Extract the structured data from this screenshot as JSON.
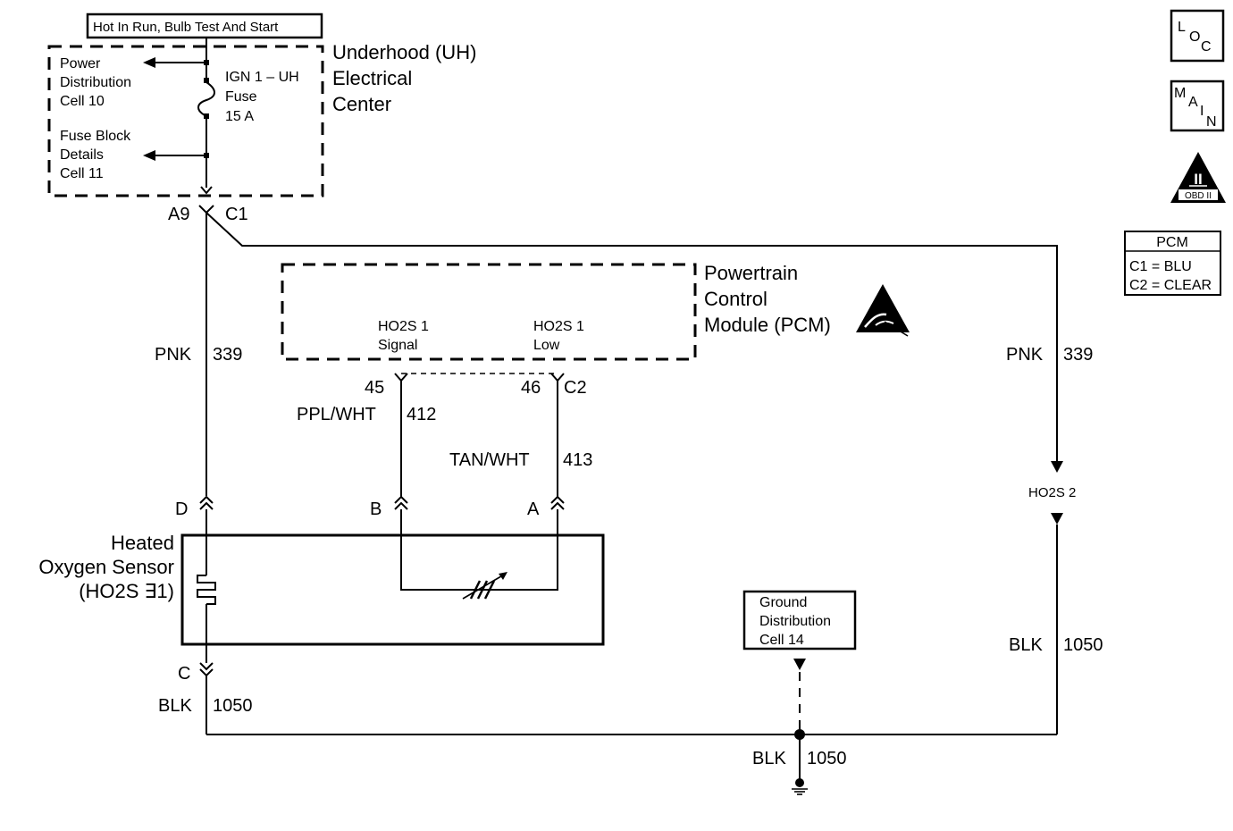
{
  "power_source": {
    "label": "Hot In Run, Bulb Test And Start"
  },
  "uh_center": {
    "title_lines": [
      "Underhood (UH)",
      "Electrical",
      "Center"
    ],
    "power_dist_lines": [
      "Power",
      "Distribution",
      "Cell 10"
    ],
    "fuse_lines": [
      "IGN 1 – UH",
      "Fuse",
      "15 A"
    ],
    "fuse_block_lines": [
      "Fuse Block",
      "Details",
      "Cell 11"
    ],
    "conn_a9": "A9",
    "conn_c1": "C1"
  },
  "pcm": {
    "title_lines": [
      "Powertrain",
      "Control",
      "Module (PCM)"
    ],
    "signal_lines": [
      "HO2S 1",
      "Signal"
    ],
    "low_lines": [
      "HO2S 1",
      "Low"
    ],
    "pin_45": "45",
    "pin_46": "46",
    "conn_c2": "C2"
  },
  "wires": {
    "left_color": "PNK",
    "left_circuit": "339",
    "right_color": "PNK",
    "right_circuit": "339",
    "signal_color": "PPL/WHT",
    "signal_circuit": "412",
    "low_color": "TAN/WHT",
    "low_circuit": "413",
    "gnd_left_color": "BLK",
    "gnd_left_circuit": "1050",
    "gnd_right_color": "BLK",
    "gnd_right_circuit": "1050",
    "gnd_bottom_color": "BLK",
    "gnd_bottom_circuit": "1050"
  },
  "sensor": {
    "name_lines": [
      "Heated",
      "Oxygen Sensor",
      "(HO2S ∃1)"
    ],
    "pin_d": "D",
    "pin_b": "B",
    "pin_a": "A",
    "pin_c": "C"
  },
  "ho2s2": {
    "label": "HO2S 2"
  },
  "ground_dist": {
    "lines": [
      "Ground",
      "Distribution",
      "Cell 14"
    ]
  },
  "legend": {
    "loc": {
      "l": "L",
      "o": "O",
      "c": "C"
    },
    "main": {
      "m": "M",
      "a": "A",
      "i": "I",
      "n": "N"
    },
    "obd": {
      "roman": "II",
      "text": "OBD II"
    },
    "pcm_table": {
      "title": "PCM",
      "rows": [
        "C1 = BLU",
        "C2 = CLEAR"
      ]
    }
  }
}
